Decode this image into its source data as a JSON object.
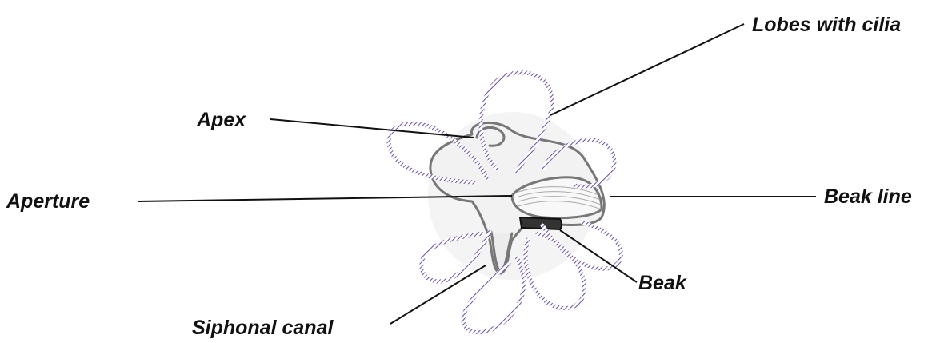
{
  "labels": {
    "lobes_with_cilia": "Lobes with cilia",
    "apex": "Apex",
    "aperture": "Aperture",
    "beak_line": "Beak line",
    "beak": "Beak",
    "siphonal_canal": "Siphonal canal"
  },
  "colors": {
    "cilia_lobe": "#6a4ba8",
    "shell_outline": "#777777",
    "shell_fill": "#f2f2f2",
    "leader_line": "#111111",
    "beak_fill": "#333333"
  }
}
